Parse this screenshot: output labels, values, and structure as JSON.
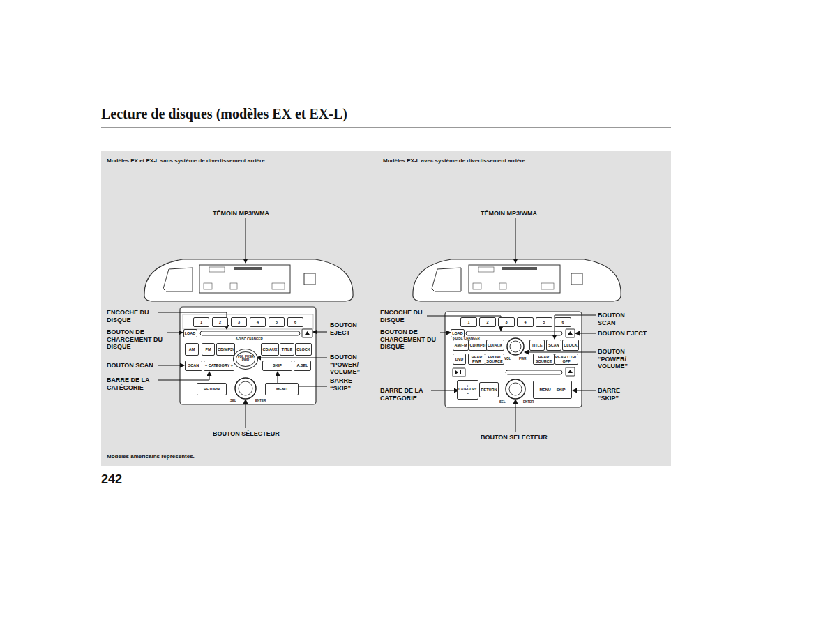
{
  "diagram": {
    "title": "Lecture de disques (modèles EX et EX-L)",
    "caption": "Modèles américains représentés.",
    "nodes": [
      {
        "text": [
          "Modèles EX et EX-L sans système de divertissement arrière"
        ]
      },
      {
        "text": [
          "Modèles EX-L avec système de divertissement arrière"
        ]
      },
      {
        "text": [
          "1"
        ],
        "in": 0
      },
      {
        "text": [
          "2"
        ],
        "in": 0
      },
      {
        "text": [
          "3"
        ],
        "in": 0
      },
      {
        "text": [
          "4"
        ],
        "in": 0
      },
      {
        "text": [
          "5"
        ],
        "in": 0
      },
      {
        "text": [
          "6"
        ],
        "in": 0
      },
      {
        "text": [
          "LOAD"
        ],
        "in": 0
      },
      {
        "text": [
          "AM"
        ],
        "in": 0
      },
      {
        "text": [
          "FM"
        ],
        "in": 0
      },
      {
        "text": [
          "CD(MP3)"
        ],
        "in": 0
      },
      {
        "text": [
          "VOL PUSH PWR"
        ],
        "in": 0
      },
      {
        "text": [
          "CD/AUX"
        ],
        "in": 0
      },
      {
        "text": [
          "TITLE"
        ],
        "in": 0
      },
      {
        "text": [
          "CLOCK"
        ],
        "in": 0
      },
      {
        "text": [
          "SCAN"
        ],
        "in": 0
      },
      {
        "text": [
          "– CATEGORY +"
        ],
        "in": 0
      },
      {
        "text": [
          "SKIP"
        ],
        "in": 0
      },
      {
        "text": [
          "A.SEL"
        ],
        "in": 0
      },
      {
        "text": [
          "RETURN"
        ],
        "in": 0
      },
      {
        "text": [
          "MENU"
        ],
        "in": 0
      },
      {
        "text": [
          "1"
        ],
        "in": 1
      },
      {
        "text": [
          "2"
        ],
        "in": 1
      },
      {
        "text": [
          "3"
        ],
        "in": 1
      },
      {
        "text": [
          "4"
        ],
        "in": 1
      },
      {
        "text": [
          "5"
        ],
        "in": 1
      },
      {
        "text": [
          "6"
        ],
        "in": 1
      },
      {
        "text": [
          "LOAD"
        ],
        "in": 1
      },
      {
        "text": [
          "AM/FM"
        ],
        "in": 1
      },
      {
        "text": [
          "CD(MP3)"
        ],
        "in": 1
      },
      {
        "text": [
          "CD/AUX"
        ],
        "in": 1
      },
      {
        "text": [
          "TITLE"
        ],
        "in": 1
      },
      {
        "text": [
          "SCAN"
        ],
        "in": 1
      },
      {
        "text": [
          "CLOCK"
        ],
        "in": 1
      },
      {
        "text": [
          "DVD"
        ],
        "in": 1
      },
      {
        "text": [
          "REAR PWR"
        ],
        "in": 1
      },
      {
        "text": [
          "FRONT SOURCE"
        ],
        "in": 1
      },
      {
        "text": [
          "REAR SOURCE"
        ],
        "in": 1
      },
      {
        "text": [
          "REAR CTRL OFF"
        ],
        "in": 1
      },
      {
        "text": [
          "+ CATEGORY –"
        ],
        "in": 1
      },
      {
        "text": [
          "RETURN"
        ],
        "in": 1
      },
      {
        "text": [
          "MENU",
          "SKIP"
        ],
        "in": 1
      }
    ],
    "labels": [
      "TÉMOIN MP3/WMA",
      "ENCOCHE DU DISQUE",
      "BOUTON DE CHARGEMENT DU DISQUE",
      "BOUTON SCAN",
      "BARRE DE LA CATÉGORIE",
      "BOUTON EJECT",
      "BOUTON “POWER/ VOLUME”",
      "BARRE “SKIP”",
      "BOUTON SÉLECTEUR",
      "6-DISC CHANGER",
      "SEL",
      "ENTER",
      "TÉMOIN MP3/WMA",
      "ENCOCHE DU DISQUE",
      "BOUTON DE CHARGEMENT DU DISQUE",
      "BARRE DE LA CATÉGORIE",
      "BOUTON SÉLECTEUR",
      "BOUTON SCAN",
      "BOUTON EJECT",
      "BOUTON “POWER/ VOLUME”",
      "BARRE “SKIP”",
      "6-DISC CHANGER",
      "VOL",
      "PWR",
      "SEL",
      "ENTER",
      "242"
    ]
  }
}
